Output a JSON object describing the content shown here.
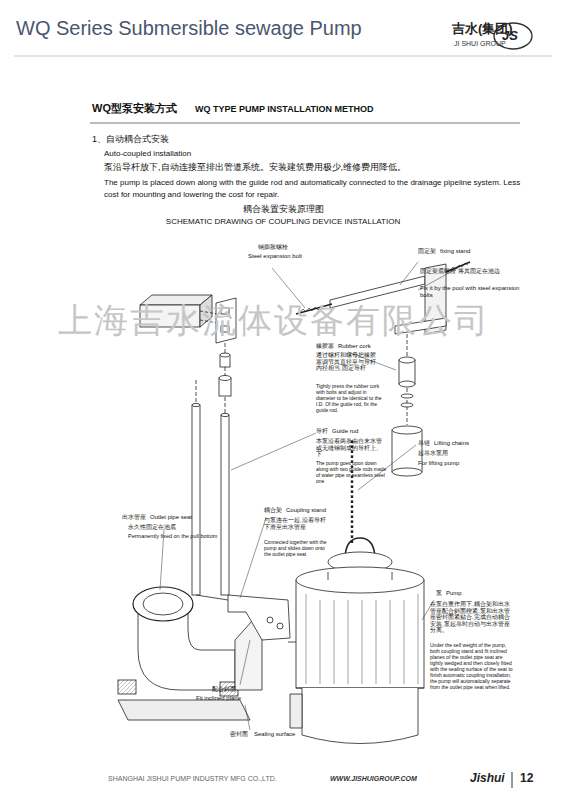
{
  "diagram": {
    "title": "WQ Series Submersible sewage Pump",
    "labels": [
      "吉水(集团)",
      "JI SHUI GROUP",
      "JS",
      "WQ型泵安装方式",
      "WQ TYPE PUMP INSTALLATION METHOD",
      "1、自动耦合式安装",
      "Auto-coupled installation",
      "泵沿导杆放下,自动连接至排出管道系统。安装建筑费用极少,维修费用降低。",
      "The pump is placed down along with the guide rod and automatically connected to the drainage pipeline system. Less cost for mounting and lowering the cost for repair.",
      "耦合装置安装原理图",
      "SCHEMATIC DRAWING OF COUPLING DEVICE INSTALLATION",
      "上海吉水流体设备有限公司",
      "钢膨胀螺栓",
      "Steel expansion bolt",
      "固定架",
      "fixing stand",
      "固定架底螺栓 将其固定在池边",
      "Fix it by the pool with steel expansion bolts",
      "橡胶塞",
      "Rubber cork",
      "通过螺杆和螺母把橡胶塞调节其直径至与导杆内径相当,固定导杆",
      "Tightly press the rubber cork with bolts and adjust in diameter to be identical to the I.D. Of the guide rod, fix the guide rod.",
      "导杆",
      "Guide rod",
      "本泵沿着两条由自来水管或无缝钢制成的导杆上、下",
      "The pump goes upon down along with two guide rods made of water pipe or seamless steel one",
      "吊链",
      "Lifting chains",
      "起吊水泵用",
      "For lifting pump",
      "耦合架",
      "Coupling stand",
      "与泵连在一起,沿着导杆下滑至出水管座",
      "Connected together with the pump and slides down onto the outlet pipe seat",
      "出水管座",
      "Outlet pipe seat",
      "永久性固定在池底",
      "Permanently fixed on the pull bottom",
      "泵",
      "Pump",
      "在泵自重作用下,耦合架和出水管座配合斜面楔紧,泵和出水管座密封面紧贴合,完成自动耦合安装,泵起吊时自动与出水管座分离。",
      "Under the self weight of the pump, both coupling stand and fit inclined planes of the outlet pipe seat are tightly wedged and then closely fitted with the sealing surface of the seat to finish automatic coupling installation, the pump will automatically separate from the outlet pipe seat when lifted.",
      "配合斜面",
      "Fit inclined plane",
      "密封面",
      "Sealing surface",
      "SHANGHAI JISHUI PUMP INDUSTRY MFG CO.,LTD.",
      "WWW.JISHUIGROUP.COM",
      "Jishui",
      "12"
    ]
  }
}
